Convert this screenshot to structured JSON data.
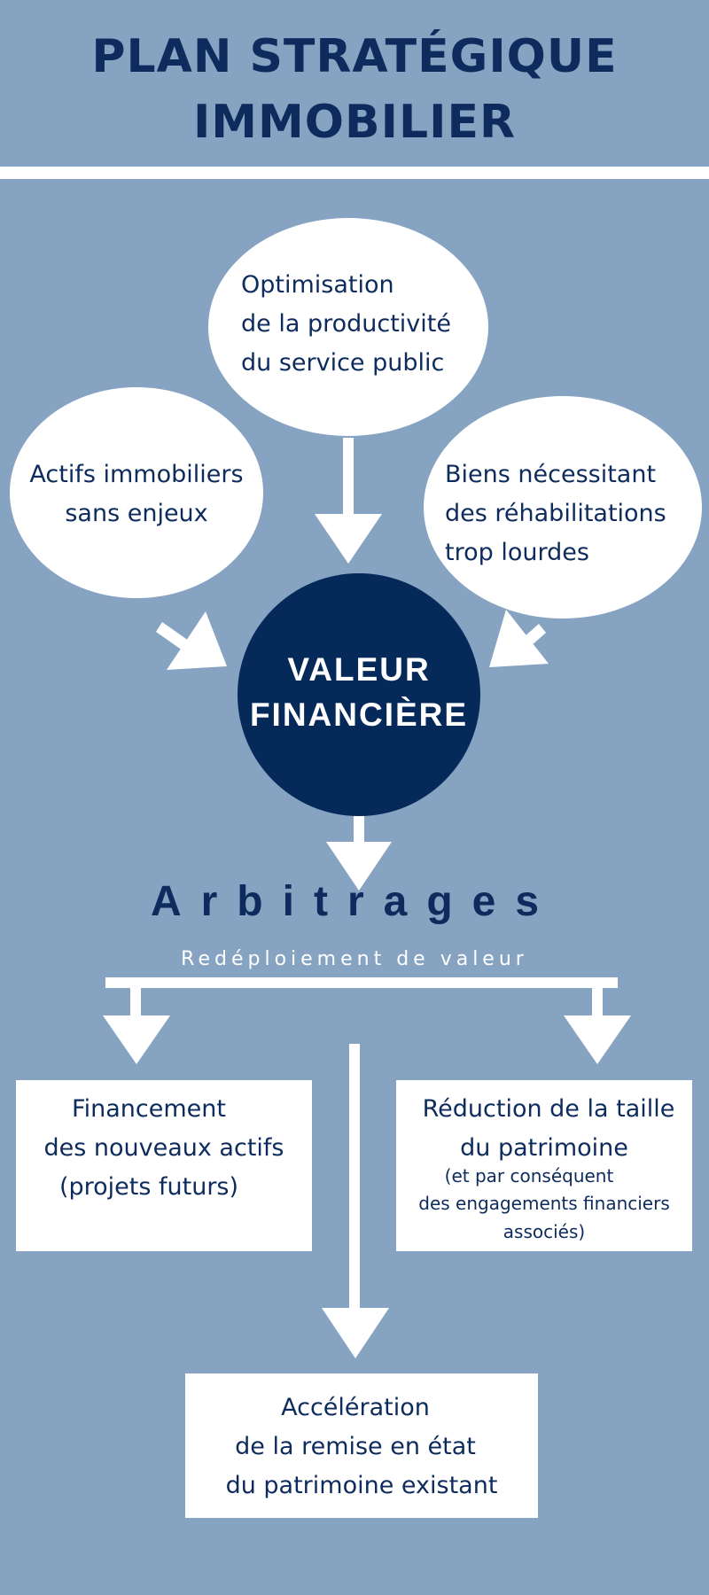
{
  "title": {
    "line1": "PLAN STRATÉGIQUE",
    "line2": "IMMOBILIER"
  },
  "top_node": {
    "lines": [
      "Optimisation",
      "de la productivité",
      "du service public"
    ]
  },
  "left_node": {
    "lines": [
      "Actifs immobiliers",
      "sans enjeux"
    ]
  },
  "right_node": {
    "lines": [
      "Biens nécessitant",
      "des réhabilitations",
      "trop lourdes"
    ]
  },
  "center": {
    "line1": "VALEUR",
    "line2": "FINANCIÈRE"
  },
  "arbitrages": {
    "title": "Arbitrages",
    "subtitle": "Redéploiement de valeur"
  },
  "box_left": {
    "lines": [
      "Financement",
      "des nouveaux actifs",
      "(projets futurs)"
    ]
  },
  "box_right": {
    "lines": [
      "Réduction de la taille",
      "du patrimoine"
    ],
    "note": [
      "(et par conséquent",
      "des engagements financiers",
      "associés)"
    ]
  },
  "box_bottom": {
    "lines": [
      "Accélération",
      "de la remise en état",
      "du patrimoine existant"
    ]
  },
  "colors": {
    "background": "#87a3c2",
    "navy": "#052a5a",
    "text": "#0d2b5c",
    "white": "#ffffff"
  }
}
